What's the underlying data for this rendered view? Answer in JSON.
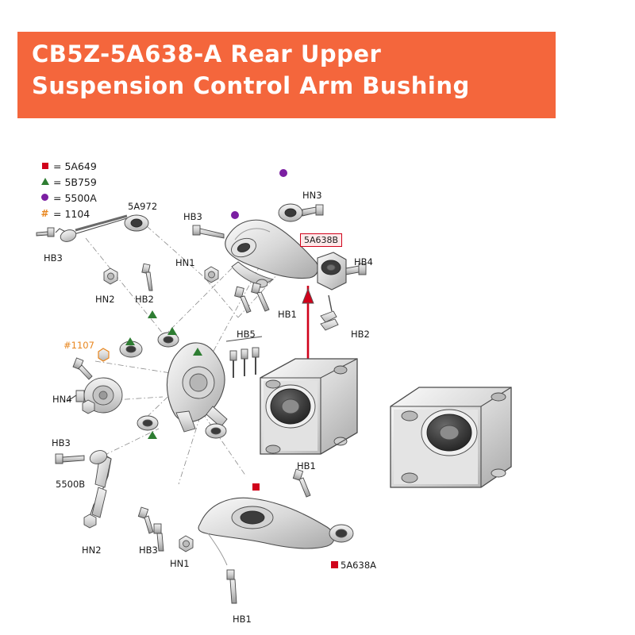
{
  "banner": {
    "title": "CB5Z-5A638-A Rear Upper\nSuspension Control Arm Bushing",
    "background_color": "#f4663c",
    "text_color": "#ffffff"
  },
  "legend": {
    "items": [
      {
        "marker": "square",
        "color": "#d0021b",
        "text": "= 5A649"
      },
      {
        "marker": "triangle",
        "color": "#2e7d32",
        "text": "= 5B759"
      },
      {
        "marker": "circle",
        "color": "#7b1fa2",
        "text": "= 5500A"
      },
      {
        "marker": "hash",
        "color": "#e8861e",
        "text": "= 1104"
      }
    ]
  },
  "diagram": {
    "labels": [
      {
        "id": "hn3",
        "text": "HN3"
      },
      {
        "id": "hb3-top",
        "text": "HB3"
      },
      {
        "id": "hb3-left",
        "text": "HB3"
      },
      {
        "id": "a5a972",
        "text": "5A972"
      },
      {
        "id": "hn1-upper",
        "text": "HN1"
      },
      {
        "id": "hn2-upper",
        "text": "HN2"
      },
      {
        "id": "hb2-upper",
        "text": "HB2"
      },
      {
        "id": "a5a638b",
        "text": "5A638B"
      },
      {
        "id": "hb4",
        "text": "HB4"
      },
      {
        "id": "hb1-upper",
        "text": "HB1"
      },
      {
        "id": "hb2-mid",
        "text": "HB2"
      },
      {
        "id": "hb5",
        "text": "HB5"
      },
      {
        "id": "n1107",
        "text": "#1107"
      },
      {
        "id": "hn4",
        "text": "HN4"
      },
      {
        "id": "hb3-lower-left",
        "text": "HB3"
      },
      {
        "id": "a5500b",
        "text": "5500B"
      },
      {
        "id": "hn2-lower",
        "text": "HN2"
      },
      {
        "id": "hb3-bottom",
        "text": "HB3"
      },
      {
        "id": "hn1-lower",
        "text": "HN1"
      },
      {
        "id": "hb1-lower-left",
        "text": "HB1"
      },
      {
        "id": "hb1-right",
        "text": "HB1"
      },
      {
        "id": "a5a638a",
        "text": "5A638A"
      }
    ],
    "highlight_arrow": {
      "color": "#d0021b",
      "from_label": "5A638B"
    },
    "part_colors": {
      "metal_light": "#e8e8e8",
      "metal_mid": "#c9c9c9",
      "metal_dark": "#a8a8a8",
      "rubber": "#3a3a3a",
      "outline": "#4a4a4a"
    }
  }
}
